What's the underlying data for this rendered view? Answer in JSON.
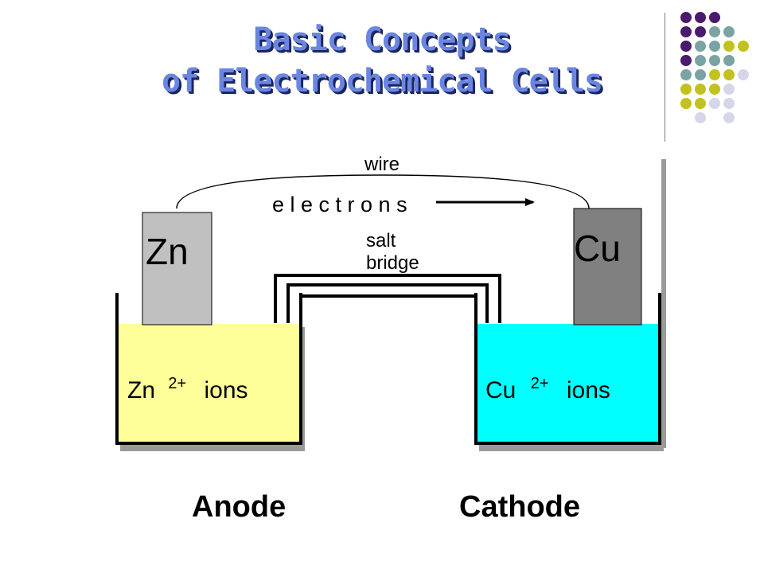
{
  "title": {
    "line1": "Basic Concepts",
    "line2": "of Electrochemical Cells"
  },
  "diagram": {
    "wire_label": "wire",
    "electrons_label": "e l e c t r o n s",
    "salt_label": "salt",
    "bridge_label": "bridge",
    "left_electrode": "Zn",
    "right_electrode": "Cu",
    "left_ion": "Zn",
    "right_ion": "Cu",
    "ion_charge": "2+",
    "ions_word": "ions",
    "anode_label": "Anode",
    "cathode_label": "Cathode"
  },
  "colors": {
    "title": "#6b86e0",
    "zn_electrode": "#c0c0c0",
    "cu_electrode": "#808080",
    "anode_solution": "#ffff99",
    "cathode_solution": "#00ffff",
    "dot_purple": "#4a1a6e",
    "dot_teal": "#7aa3a3",
    "dot_olive": "#c2c21e",
    "dot_lavender": "#d6d6ea"
  }
}
